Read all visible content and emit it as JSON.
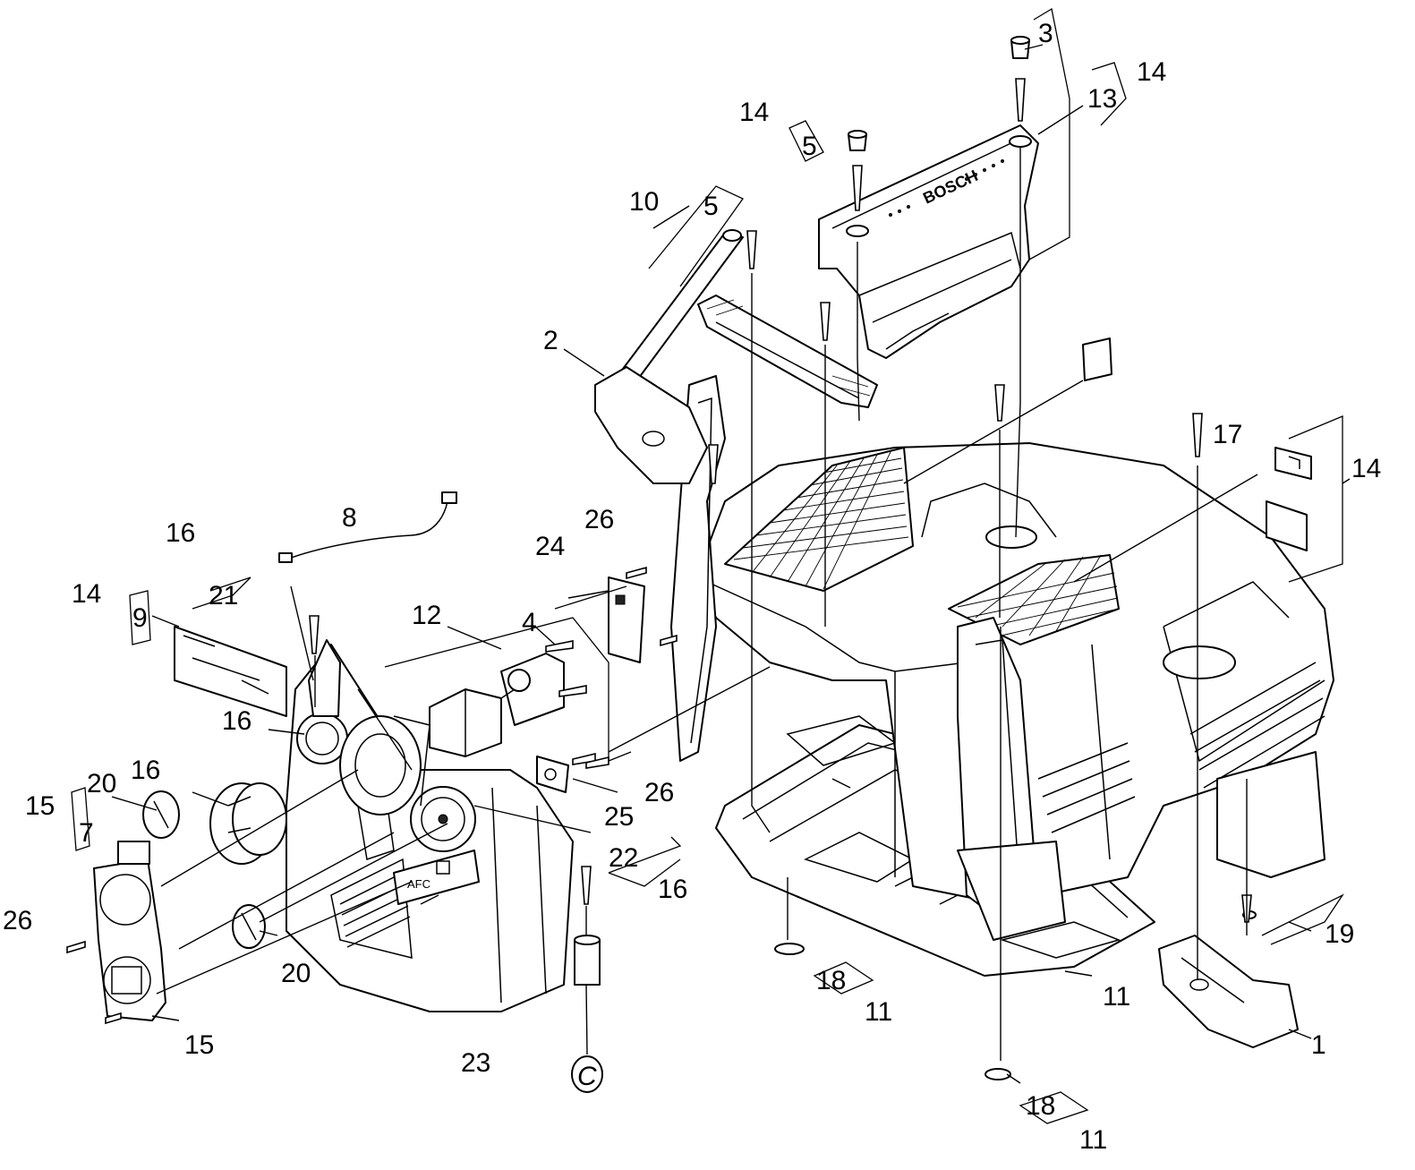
{
  "callouts": {
    "c1": "1",
    "c2": "2",
    "c3": "3",
    "c4": "4",
    "c5a": "5",
    "c5b": "5",
    "c7": "7",
    "c8": "8",
    "c9": "9",
    "c10": "10",
    "c11a": "11",
    "c11b": "11",
    "c11c": "11",
    "c12": "12",
    "c13": "13",
    "c14a": "14",
    "c14b": "14",
    "c14c": "14",
    "c14d": "14",
    "c15a": "15",
    "c15b": "15",
    "c16a": "16",
    "c16b": "16",
    "c16c": "16",
    "c16d": "16",
    "c17": "17",
    "c18a": "18",
    "c18b": "18",
    "c19": "19",
    "c20a": "20",
    "c20b": "20",
    "c21": "21",
    "c22": "22",
    "c23": "23",
    "c24": "24",
    "c25": "25",
    "c26a": "26",
    "c26b": "26",
    "c26c": "26"
  },
  "markings": {
    "handle_brand": "BOSCH",
    "panel_label": "AFC",
    "connector_ref": "C"
  }
}
